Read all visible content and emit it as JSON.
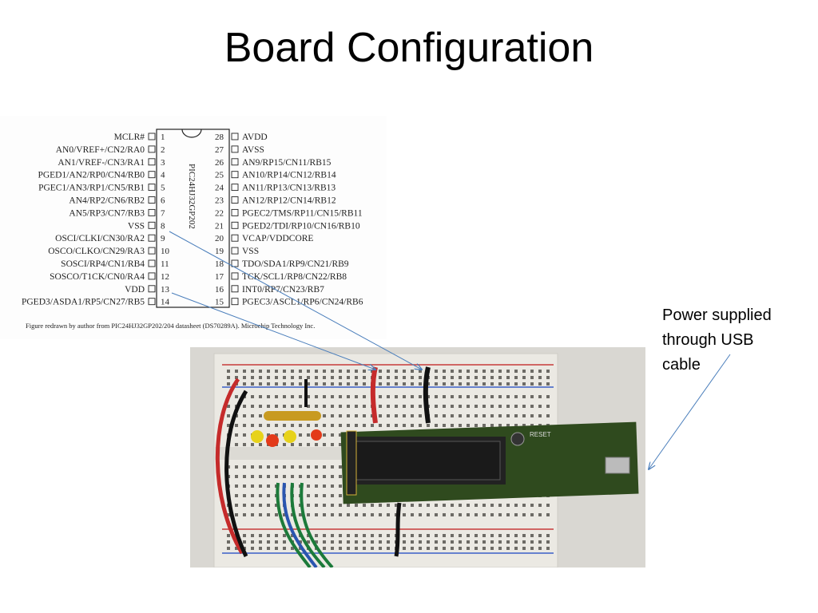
{
  "slide": {
    "title": "Board Configuration"
  },
  "pinout": {
    "chip_label": "PIC24HJ32GP202",
    "left_pins": [
      {
        "num": "1",
        "name": "MCLR#"
      },
      {
        "num": "2",
        "name": "AN0/VREF+/CN2/RA0"
      },
      {
        "num": "3",
        "name": "AN1/VREF-/CN3/RA1"
      },
      {
        "num": "4",
        "name": "PGED1/AN2/RP0/CN4/RB0"
      },
      {
        "num": "5",
        "name": "PGEC1/AN3/RP1/CN5/RB1"
      },
      {
        "num": "6",
        "name": "AN4/RP2/CN6/RB2"
      },
      {
        "num": "7",
        "name": "AN5/RP3/CN7/RB3"
      },
      {
        "num": "8",
        "name": "VSS"
      },
      {
        "num": "9",
        "name": "OSCI/CLKI/CN30/RA2"
      },
      {
        "num": "10",
        "name": "OSCO/CLKO/CN29/RA3"
      },
      {
        "num": "11",
        "name": "SOSCI/RP4/CN1/RB4"
      },
      {
        "num": "12",
        "name": "SOSCO/T1CK/CN0/RA4"
      },
      {
        "num": "13",
        "name": "VDD"
      },
      {
        "num": "14",
        "name": "PGED3/ASDA1/RP5/CN27/RB5"
      }
    ],
    "right_pins": [
      {
        "num": "28",
        "name": "AVDD"
      },
      {
        "num": "27",
        "name": "AVSS"
      },
      {
        "num": "26",
        "name": "AN9/RP15/CN11/RB15"
      },
      {
        "num": "25",
        "name": "AN10/RP14/CN12/RB14"
      },
      {
        "num": "24",
        "name": "AN11/RP13/CN13/RB13"
      },
      {
        "num": "23",
        "name": "AN12/RP12/CN14/RB12"
      },
      {
        "num": "22",
        "name": "PGEC2/TMS/RP11/CN15/RB11"
      },
      {
        "num": "21",
        "name": "PGED2/TDI/RP10/CN16/RB10"
      },
      {
        "num": "20",
        "name": "VCAP/VDDCORE"
      },
      {
        "num": "19",
        "name": "VSS"
      },
      {
        "num": "18",
        "name": "TDO/SDA1/RP9/CN21/RB9"
      },
      {
        "num": "17",
        "name": "TCK/SCL1/RP8/CN22/RB8"
      },
      {
        "num": "16",
        "name": "INT0/RP7/CN23/RB7"
      },
      {
        "num": "15",
        "name": "PGEC3/ASCL1/RP6/CN24/RB6"
      }
    ],
    "caption": "Figure redrawn by author from PIC24HJ32GP202/204 datasheet (DS70289A).  Microchip Technology Inc."
  },
  "callout": {
    "lines": [
      "Power supplied",
      "through USB",
      "cable"
    ]
  },
  "photo": {
    "board_text": "RESET"
  },
  "colors": {
    "arrow": "#4a7ebb",
    "breadboard": "#e9e7e1",
    "pcb": "#2f4a1e",
    "chip": "#222222"
  }
}
